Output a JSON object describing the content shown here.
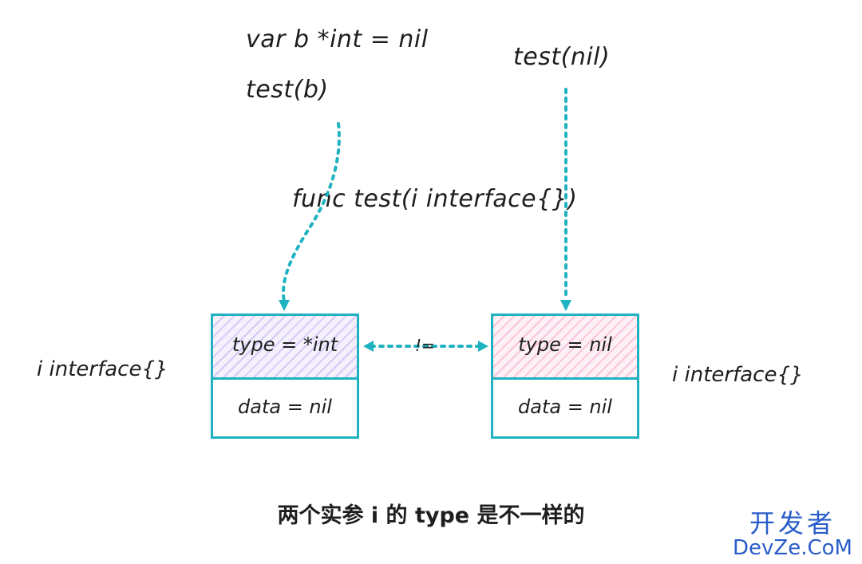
{
  "code": {
    "left_line1": "var b *int = nil",
    "left_line2": "test(b)",
    "right_line1": "test(nil)",
    "func_signature": "func test(i interface{})"
  },
  "left_box": {
    "side_label": "i interface{}",
    "type_cell": "type = *int",
    "data_cell": "data = nil"
  },
  "right_box": {
    "side_label": "i interface{}",
    "type_cell": "type = nil",
    "data_cell": "data = nil"
  },
  "comparison": "!=",
  "caption": "两个实参 i 的 type 是不一样的",
  "watermark": {
    "cn": "开发者",
    "en": "DevZe.CoM"
  },
  "colors": {
    "accent": "#1fb3c2",
    "hatch_left": "#beaaf0",
    "hatch_right": "#f5a0c8",
    "watermark": "#2a5dc9"
  }
}
